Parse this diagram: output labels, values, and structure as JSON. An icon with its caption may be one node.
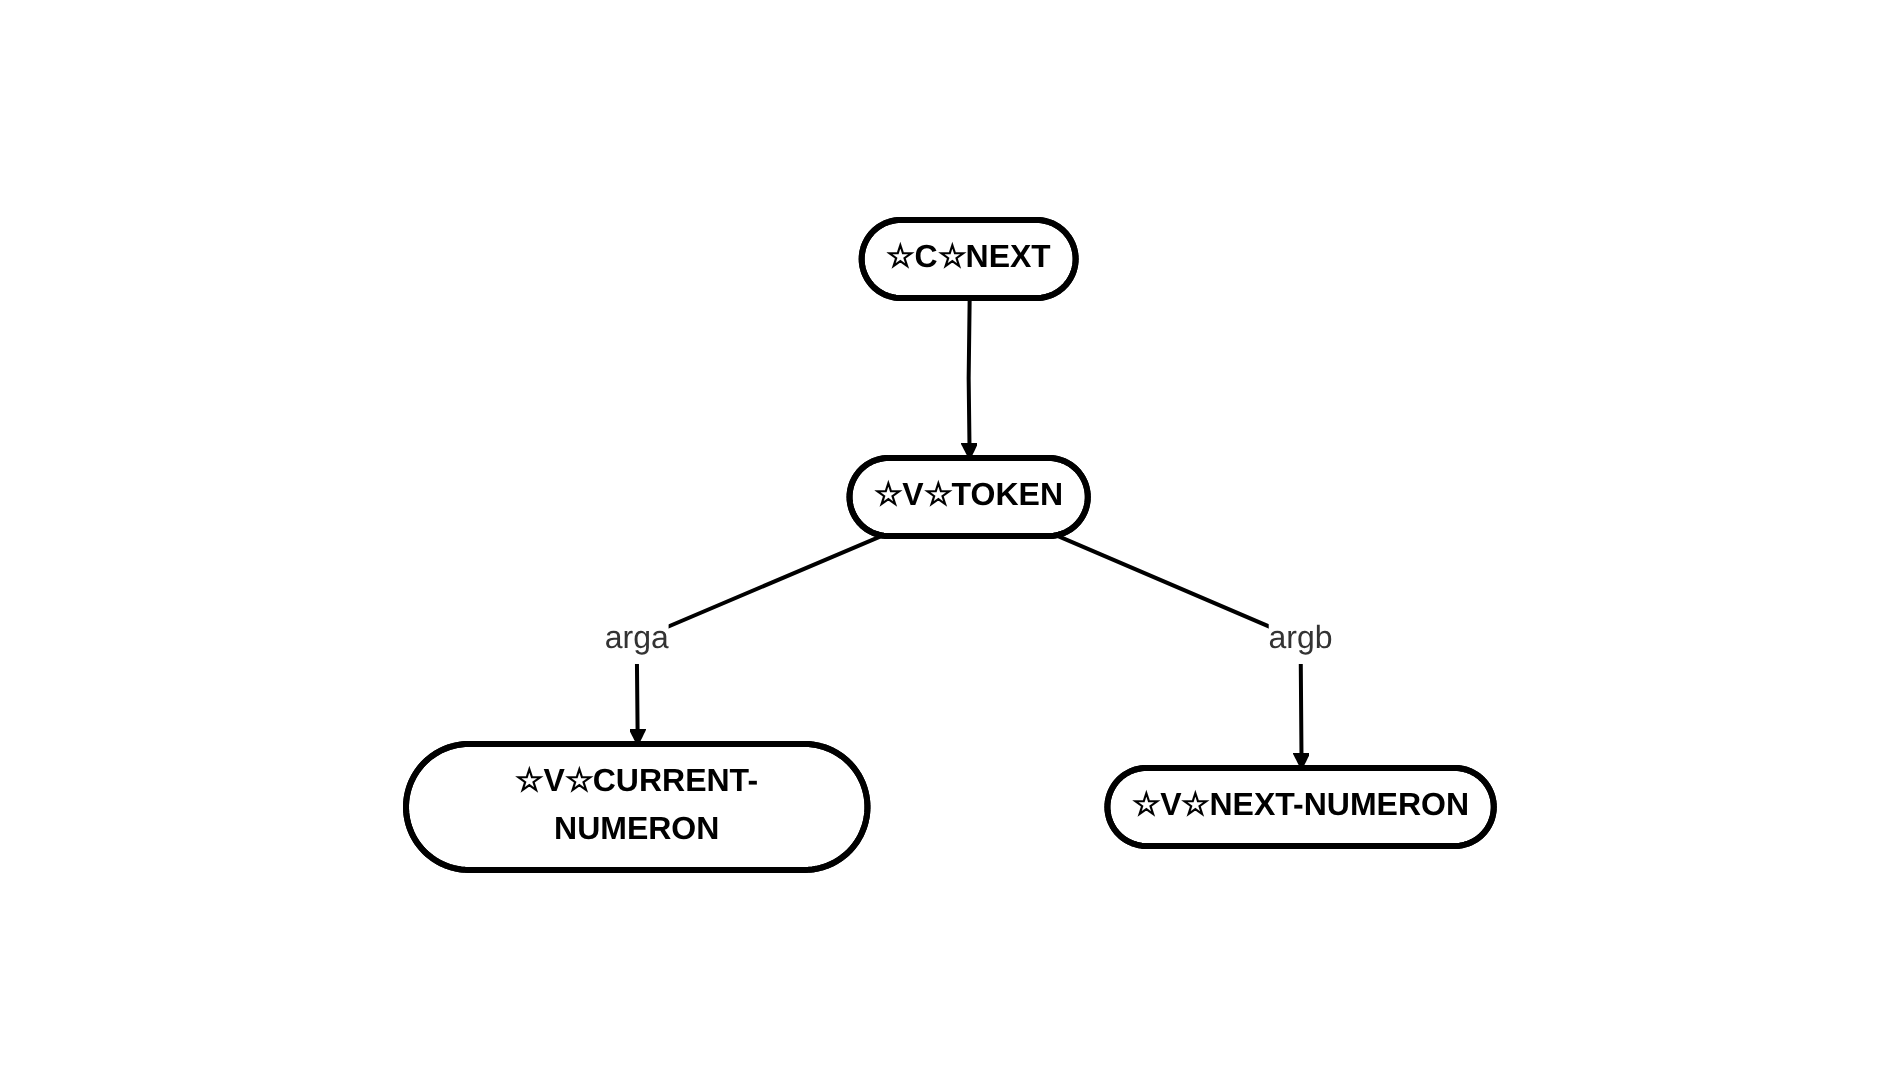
{
  "diagram": {
    "nodes": [
      {
        "text": [
          "☆C☆NEXT"
        ]
      },
      {
        "text": [
          "☆V☆TOKEN"
        ]
      },
      {
        "text": [
          "☆V☆CURRENT-NUMERON"
        ]
      },
      {
        "text": [
          "☆V☆NEXT-NUMERON"
        ]
      }
    ],
    "edges": [
      {
        "from": 0,
        "to": 1,
        "arrow": "to"
      },
      {
        "from": 1,
        "to": 2,
        "label": "arga",
        "arrow": "to"
      },
      {
        "from": 1,
        "to": 3,
        "label": "argb",
        "arrow": "to"
      }
    ]
  }
}
